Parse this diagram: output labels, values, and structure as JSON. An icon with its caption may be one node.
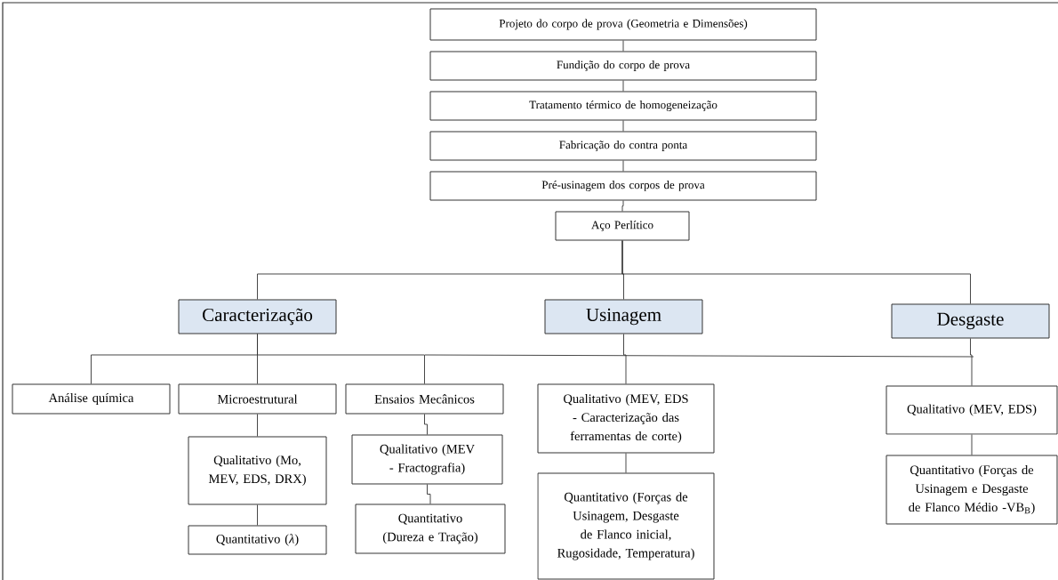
{
  "diagram": {
    "nodes": [
      {
        "text": [
          "Projeto do corpo de prova (Geometria e Dimensões)"
        ]
      },
      {
        "text": [
          "Fundição do corpo de prova"
        ]
      },
      {
        "text": [
          "Tratamento térmico de homogeneização"
        ]
      },
      {
        "text": [
          "Fabricação do contra ponta"
        ]
      },
      {
        "text": [
          "Pré-usinagem dos corpos de prova"
        ]
      },
      {
        "text": [
          "Aço Perlítico"
        ]
      },
      {
        "text": [
          "Caracterização"
        ]
      },
      {
        "text": [
          "Usinagem"
        ]
      },
      {
        "text": [
          "Desgaste"
        ]
      },
      {
        "text": [
          "Análise química"
        ]
      },
      {
        "text": [
          "Microestrutural"
        ]
      },
      {
        "text": [
          "Ensaios Mecânicos"
        ]
      },
      {
        "text": [
          "Qualitativo (MEV, EDS - Caracterização das ferramentas de corte)"
        ]
      },
      {
        "text": [
          "Qualitativo (MEV, EDS)"
        ]
      },
      {
        "text": [
          "Qualitativo (Mo, MEV, EDS, DRX)"
        ]
      },
      {
        "text": [
          "Qualitativo (MEV - Fractografia)"
        ]
      },
      {
        "text": [
          "Quantitativo (Forças de Usinagem, Desgaste de Flanco inicial, Rugosidade, Temperatura)"
        ]
      },
      {
        "text": [
          "Quantitativo (Forças de Usinagem e Desgaste de Flanco Médio -VB$_{B}$)"
        ]
      },
      {
        "text": [
          "Quantitativo (*λ*)"
        ]
      },
      {
        "text": [
          "Quantitativo (Dureza e Tração)"
        ]
      }
    ],
    "edges": [
      {
        "from": 0,
        "to": 1,
        "arrow": "none"
      },
      {
        "from": 1,
        "to": 2,
        "arrow": "none"
      },
      {
        "from": 2,
        "to": 3,
        "arrow": "none"
      },
      {
        "from": 3,
        "to": 4,
        "arrow": "none"
      },
      {
        "from": 4,
        "to": 5,
        "arrow": "none"
      },
      {
        "from": 5,
        "to": 6,
        "arrow": "none"
      },
      {
        "from": 5,
        "to": 7,
        "arrow": "none"
      },
      {
        "from": 5,
        "to": 8,
        "arrow": "none"
      },
      {
        "from": 6,
        "to": 9,
        "arrow": "none"
      },
      {
        "from": 6,
        "to": 10,
        "arrow": "none"
      },
      {
        "from": 6,
        "to": 11,
        "arrow": "none"
      },
      {
        "from": 7,
        "to": 12,
        "arrow": "none"
      },
      {
        "from": 8,
        "to": 13,
        "arrow": "none"
      },
      {
        "from": 10,
        "to": 14,
        "arrow": "none"
      },
      {
        "from": 11,
        "to": 15,
        "arrow": "none"
      },
      {
        "from": 12,
        "to": 16,
        "arrow": "none"
      },
      {
        "from": 13,
        "to": 17,
        "arrow": "none"
      },
      {
        "from": 14,
        "to": 18,
        "arrow": "none"
      },
      {
        "from": 15,
        "to": 19,
        "arrow": "none"
      }
    ]
  }
}
